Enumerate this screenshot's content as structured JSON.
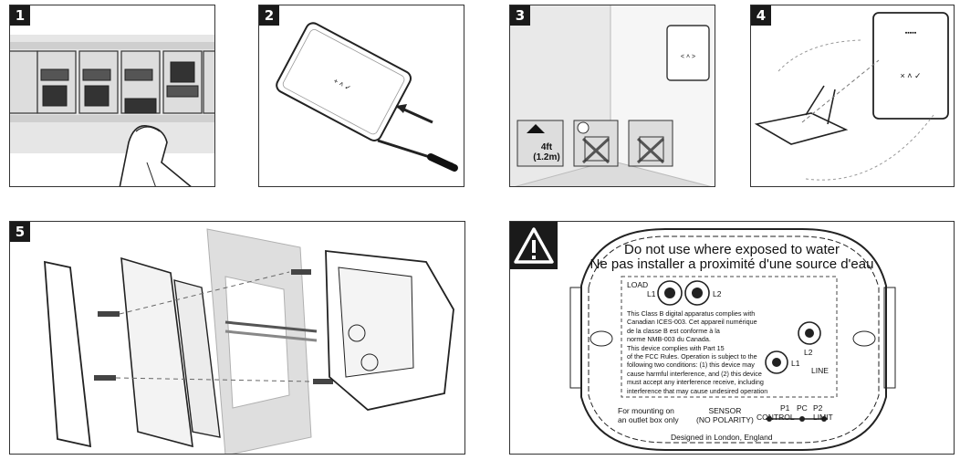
{
  "steps": [
    {
      "number": "1"
    },
    {
      "number": "2"
    },
    {
      "number": "3",
      "height_label_line1": "4ft",
      "height_label_line2": "(1.2m)"
    },
    {
      "number": "4"
    },
    {
      "number": "5"
    }
  ],
  "backplate": {
    "warning_en": "Do not use where exposed to water",
    "warning_fr": "Ne pas installer a proximité d'une source d'eau",
    "load_label": "LOAD",
    "load_l1": "L1",
    "load_l2": "L2",
    "compliance_lines": [
      "This Class B digital apparatus complies with",
      "Canadian ICES-003. Cet appareil numérique",
      "de la classe B est conforme à la",
      "norme NMB-003 du Canada.",
      "This device complies with Part 15",
      "of the FCC Rules. Operation is subject to the",
      "following two conditions: (1) this device may",
      "cause harmful interference, and (2) this device",
      "must accept any interference receive, including",
      "interference that may cause undesired operation"
    ],
    "line_l2": "L2",
    "line_l1": "L1",
    "line_label": "LINE",
    "mounting_line1": "For mounting on",
    "mounting_line2": "an outlet box only",
    "sensor_line1": "SENSOR",
    "sensor_line2": "(NO POLARITY)",
    "p1": "P1",
    "pc": "PC",
    "p2": "P2",
    "control": "CONTROL",
    "limit": "LIMIT",
    "designed": "Designed in London, England"
  },
  "icons": {
    "warning": "warning-triangle-icon",
    "arrow_up": "arrow-up-icon",
    "sun": "sun-icon",
    "prohibited": "prohibited-icon"
  }
}
